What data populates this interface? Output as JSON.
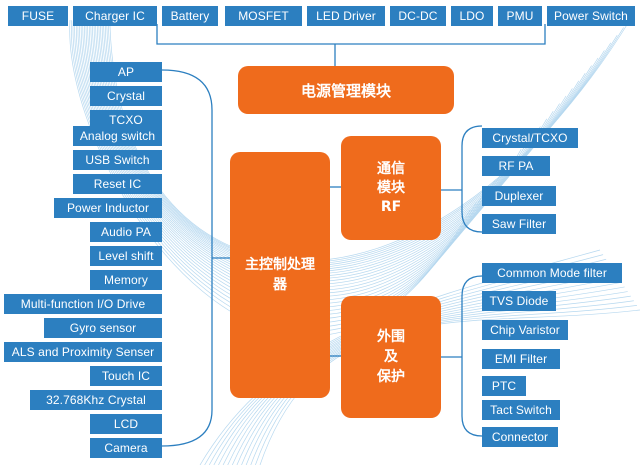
{
  "colors": {
    "chip": "#2c7fc0",
    "block": "#ef6b1c",
    "line": "#2c7fc0"
  },
  "top_items": [
    "FUSE",
    "Charger IC",
    "Battery",
    "MOSFET",
    "LED Driver",
    "DC-DC",
    "LDO",
    "PMU",
    "Power Switch"
  ],
  "left_items": [
    "AP",
    "Crystal",
    "TCXO",
    "Analog switch",
    "USB Switch",
    "Reset  IC",
    "Power Inductor",
    "Audio PA",
    "Level shift",
    "Memory",
    "Multi-function I/O Drive",
    "Gyro sensor",
    "ALS and Proximity Senser",
    "Touch IC",
    "32.768Khz Crystal",
    "LCD",
    "Camera"
  ],
  "comm_items": [
    "Crystal/TCXO",
    "RF  PA",
    "Duplexer",
    "Saw Filter"
  ],
  "protect_items": [
    "Common Mode  filter",
    "TVS Diode",
    "Chip Varistor",
    "EMI  Filter",
    "PTC",
    "Tact Switch",
    "Connector"
  ],
  "blocks": {
    "power": "电源管理模块",
    "main": [
      "主控制处理",
      "器"
    ],
    "comm": [
      "通信",
      "模块",
      "RF"
    ],
    "protect": [
      "外围",
      "及",
      "保护"
    ]
  }
}
